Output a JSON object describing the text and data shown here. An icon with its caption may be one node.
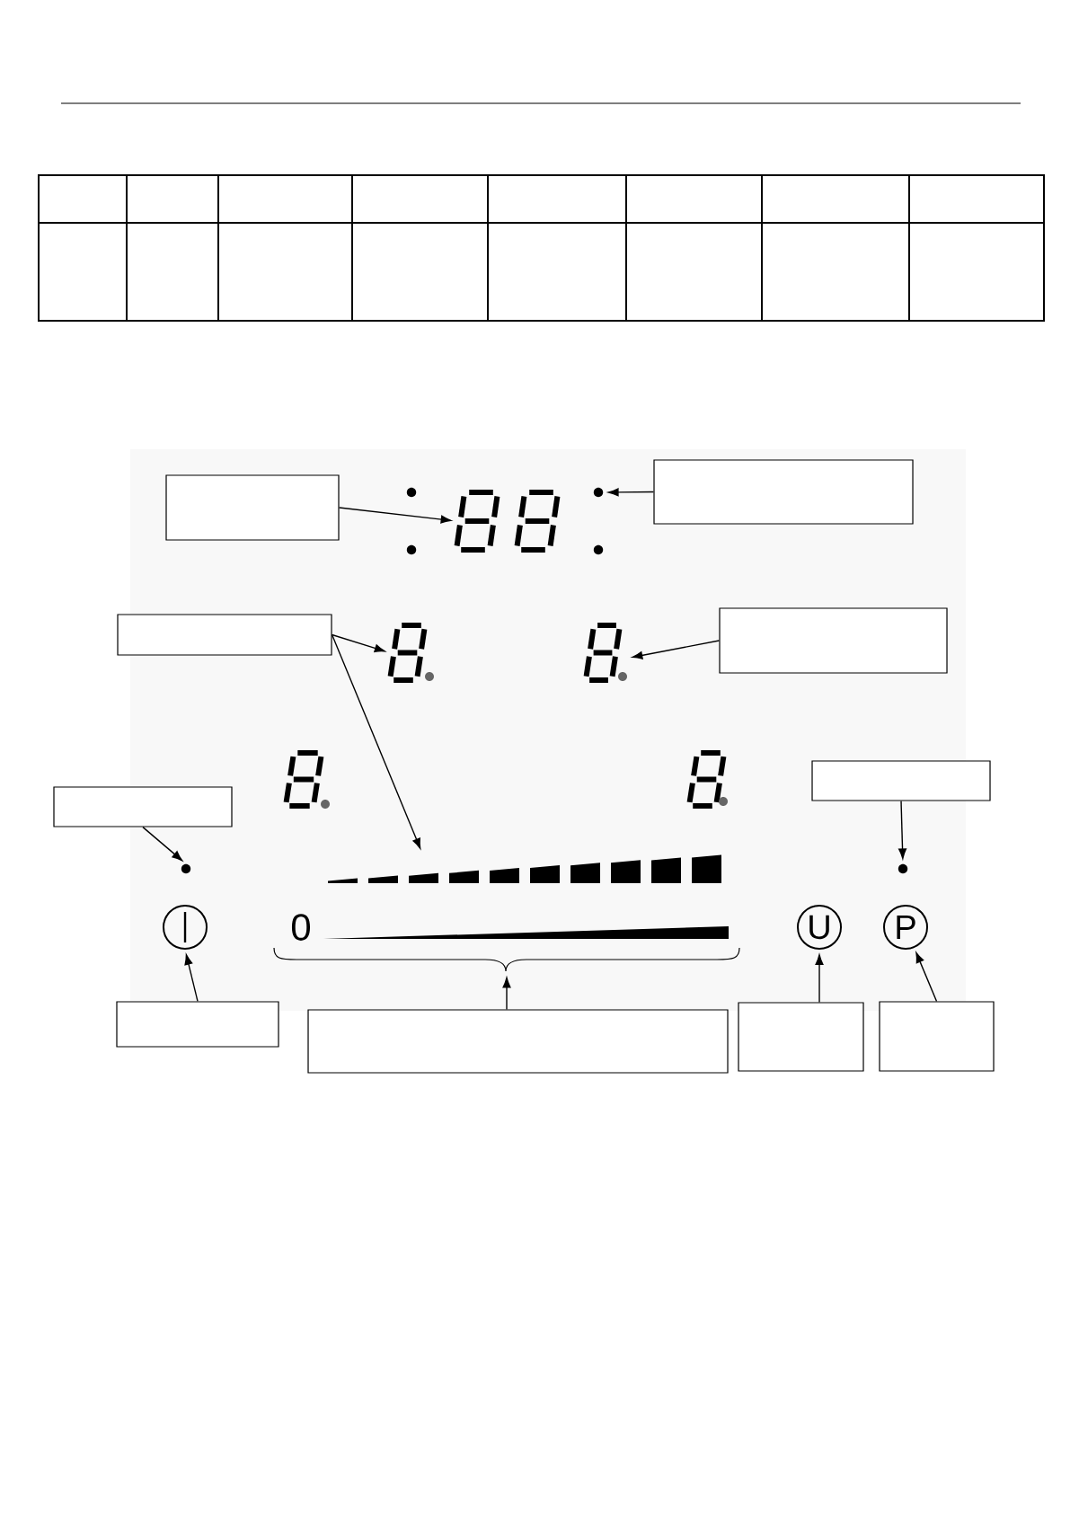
{
  "diagram": {
    "nodes": [
      {
        "text": [],
        "shape": "box"
      },
      {
        "text": [],
        "shape": "display"
      },
      {
        "text": [],
        "shape": "dot"
      },
      {
        "text": [],
        "shape": "box"
      },
      {
        "text": [],
        "shape": "box"
      },
      {
        "text": [],
        "shape": "display"
      },
      {
        "text": [],
        "shape": "display"
      },
      {
        "text": [],
        "shape": "box"
      },
      {
        "text": [],
        "shape": "box"
      },
      {
        "text": [],
        "shape": "box"
      },
      {
        "text": [],
        "shape": "dot"
      },
      {
        "text": [],
        "shape": "dot"
      },
      {
        "text": [],
        "shape": "bar"
      },
      {
        "text": [],
        "shape": "circle"
      },
      {
        "text": [
          "U"
        ]
      },
      {
        "text": [
          "P"
        ]
      },
      {
        "text": [],
        "shape": "box"
      },
      {
        "text": [],
        "shape": "box"
      },
      {
        "text": [],
        "shape": "box"
      },
      {
        "text": [],
        "shape": "box"
      },
      {
        "text": [],
        "shape": "brace"
      }
    ],
    "edges": [
      {
        "from": 0,
        "to": 1,
        "arrow": "to"
      },
      {
        "from": 3,
        "to": 2,
        "arrow": "to"
      },
      {
        "from": 4,
        "to": 5,
        "arrow": "to"
      },
      {
        "from": 4,
        "to": 12,
        "arrow": "to"
      },
      {
        "from": 7,
        "to": 6,
        "arrow": "to"
      },
      {
        "from": 8,
        "to": 10,
        "arrow": "to"
      },
      {
        "from": 9,
        "to": 11,
        "arrow": "to"
      },
      {
        "from": 16,
        "to": 13,
        "arrow": "to"
      },
      {
        "from": 17,
        "to": 20,
        "arrow": "to"
      },
      {
        "from": 18,
        "to": 14,
        "arrow": "to"
      },
      {
        "from": 19,
        "to": 15,
        "arrow": "to"
      }
    ],
    "labels": [
      "0"
    ]
  }
}
